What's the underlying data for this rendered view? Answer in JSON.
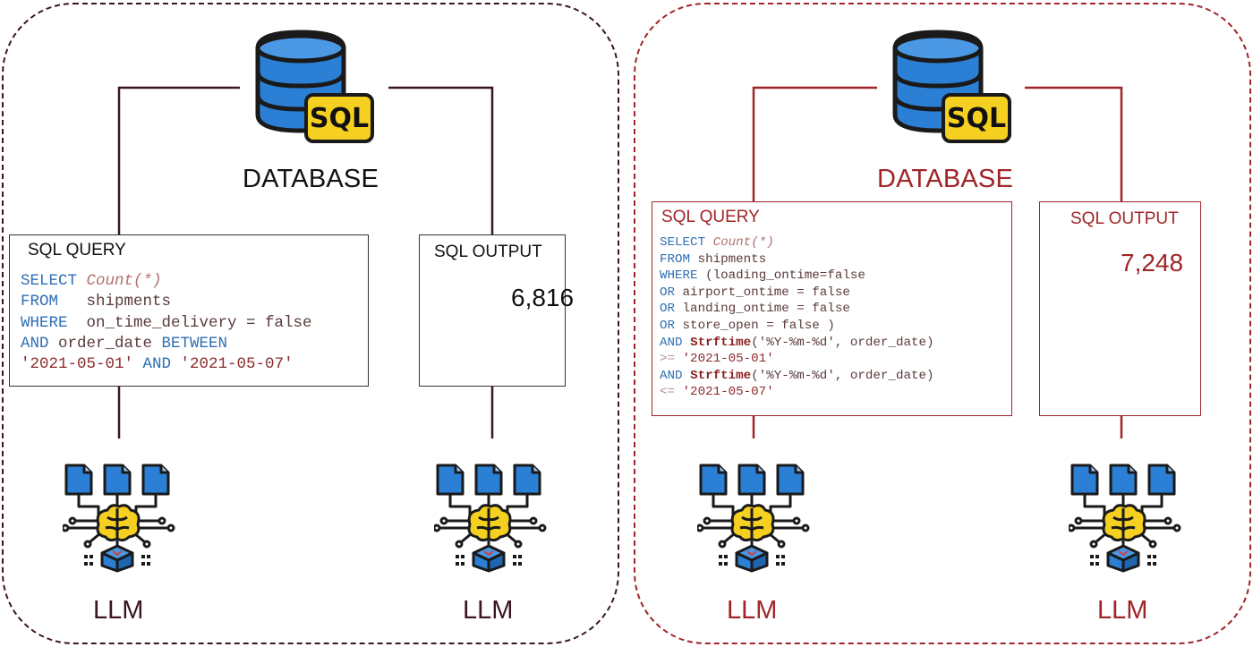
{
  "colors": {
    "left_accent": "#3b1620",
    "right_accent": "#a02428",
    "keyword_blue": "#2f6fb5",
    "db_blue": "#2b7fd4",
    "sql_badge": "#f5d020"
  },
  "left": {
    "database_label": "DATABASE",
    "db_badge": "SQL",
    "query_box": {
      "title": "SQL QUERY",
      "lines": [
        [
          {
            "t": "SELECT ",
            "c": "kw"
          },
          {
            "t": "Count",
            "c": "fn"
          },
          {
            "t": "(*)",
            "c": "fn"
          }
        ],
        [
          {
            "t": "FROM   ",
            "c": "kw"
          },
          {
            "t": "shipments",
            "c": "plain"
          }
        ],
        [
          {
            "t": "WHERE  ",
            "c": "kw"
          },
          {
            "t": "on_time_delivery = false",
            "c": "plain"
          }
        ],
        [
          {
            "t": "AND ",
            "c": "kw"
          },
          {
            "t": "order_date ",
            "c": "plain"
          },
          {
            "t": "BETWEEN",
            "c": "kw"
          }
        ],
        [
          {
            "t": "'2021-05-01'",
            "c": "str"
          },
          {
            "t": " AND ",
            "c": "kw"
          },
          {
            "t": "'2021-05-07'",
            "c": "str"
          }
        ]
      ]
    },
    "output_box": {
      "title": "SQL OUTPUT",
      "value": "6,816"
    },
    "llm_left_label": "LLM",
    "llm_right_label": "LLM"
  },
  "right": {
    "database_label": "DATABASE",
    "db_badge": "SQL",
    "query_box": {
      "title": "SQL QUERY",
      "lines": [
        [
          {
            "t": "SELECT ",
            "c": "kw"
          },
          {
            "t": "Count",
            "c": "fn"
          },
          {
            "t": "(*)",
            "c": "fn"
          }
        ],
        [
          {
            "t": "FROM ",
            "c": "kw"
          },
          {
            "t": "shipments",
            "c": "plain"
          }
        ],
        [
          {
            "t": "WHERE ",
            "c": "kw"
          },
          {
            "t": "(loading_ontime=false",
            "c": "plain"
          }
        ],
        [
          {
            "t": "OR ",
            "c": "kw"
          },
          {
            "t": "airport_ontime = false",
            "c": "plain"
          }
        ],
        [
          {
            "t": "OR ",
            "c": "kw"
          },
          {
            "t": "landing_ontime = false",
            "c": "plain"
          }
        ],
        [
          {
            "t": "OR ",
            "c": "kw"
          },
          {
            "t": "store_open = false )",
            "c": "plain"
          }
        ],
        [
          {
            "t": "AND ",
            "c": "kw"
          },
          {
            "t": "Strftime",
            "c": "fnb"
          },
          {
            "t": "('%Y-%m-%d', order_date)",
            "c": "plain"
          }
        ],
        [
          {
            "t": ">= ",
            "c": "op"
          },
          {
            "t": "'2021-05-01'",
            "c": "str"
          }
        ],
        [
          {
            "t": "AND ",
            "c": "kw"
          },
          {
            "t": "Strftime",
            "c": "fnb"
          },
          {
            "t": "('%Y-%m-%d', order_date)",
            "c": "plain"
          }
        ],
        [
          {
            "t": "<= ",
            "c": "op"
          },
          {
            "t": "'2021-05-07'",
            "c": "str"
          }
        ]
      ]
    },
    "output_box": {
      "title": "SQL OUTPUT",
      "value": "7,248"
    },
    "llm_left_label": "LLM",
    "llm_right_label": "LLM"
  }
}
